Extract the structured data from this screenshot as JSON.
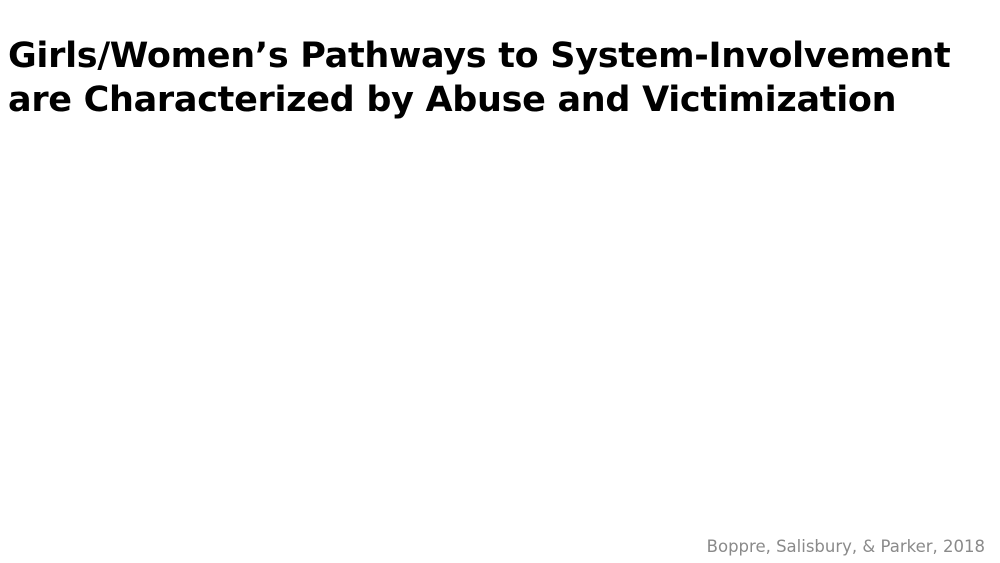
{
  "slide": {
    "title_lines": [
      "Girls/Women’s Pathways to System-Involvement",
      "are Characterized by Abuse and Victimization"
    ],
    "citation": "Boppre, Salisbury, & Parker, 2018"
  },
  "colors": {
    "background": "#ffffff",
    "title": "#000000",
    "citation": "#8a8a8a"
  }
}
